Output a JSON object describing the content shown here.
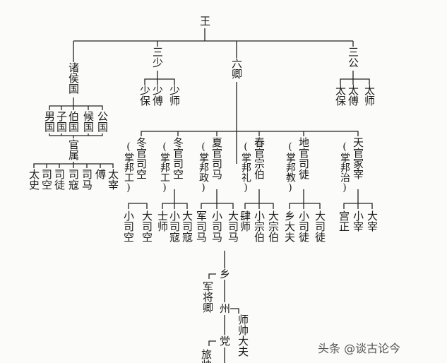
{
  "root": "王",
  "zhuhou": {
    "title": "诸侯国",
    "states": [
      "男国",
      "子国",
      "伯国",
      "候国",
      "公国"
    ],
    "guanshu": "官属",
    "officials": [
      "太史",
      "司空",
      "司徒",
      "司寇",
      "司马",
      "傅",
      "太宰"
    ]
  },
  "sanshao": {
    "title": "三少",
    "members": [
      "少保",
      "少傅",
      "少师"
    ]
  },
  "liuqing": {
    "title": "六卿"
  },
  "sangong": {
    "title": "三公",
    "members": [
      "太保",
      "太傅",
      "太师"
    ]
  },
  "offices": [
    {
      "name": "冬官司空",
      "duty": "(掌邦工)",
      "subs": [
        "小司空",
        "大司空"
      ]
    },
    {
      "name": "冬官司空",
      "duty": "(掌邦工)",
      "subs": [
        "士师",
        "小司寇",
        "大司寇"
      ]
    },
    {
      "name": "夏官司马",
      "duty": "(掌邦政)",
      "subs": [
        "军司马",
        "小司马",
        "大司马"
      ]
    },
    {
      "name": "春官宗伯",
      "duty": "(掌邦礼)",
      "subs": [
        "肆师",
        "小宗伯",
        "大宗伯"
      ]
    },
    {
      "name": "地官司徒",
      "duty": "(掌邦教)",
      "subs": [
        "乡大夫",
        "小司徒",
        "大司徒"
      ]
    },
    {
      "name": "天官冢宰",
      "duty": "(掌邦治)",
      "subs": [
        "宫正",
        "小宰",
        "大宰"
      ]
    }
  ],
  "local": {
    "xiang": "乡",
    "xiang_head": "军将卿",
    "zhou": "州",
    "zhou_head": "师帅大夫",
    "dang": "党",
    "dang_head": "旅帅"
  },
  "watermark": "头条 @谈古论今"
}
